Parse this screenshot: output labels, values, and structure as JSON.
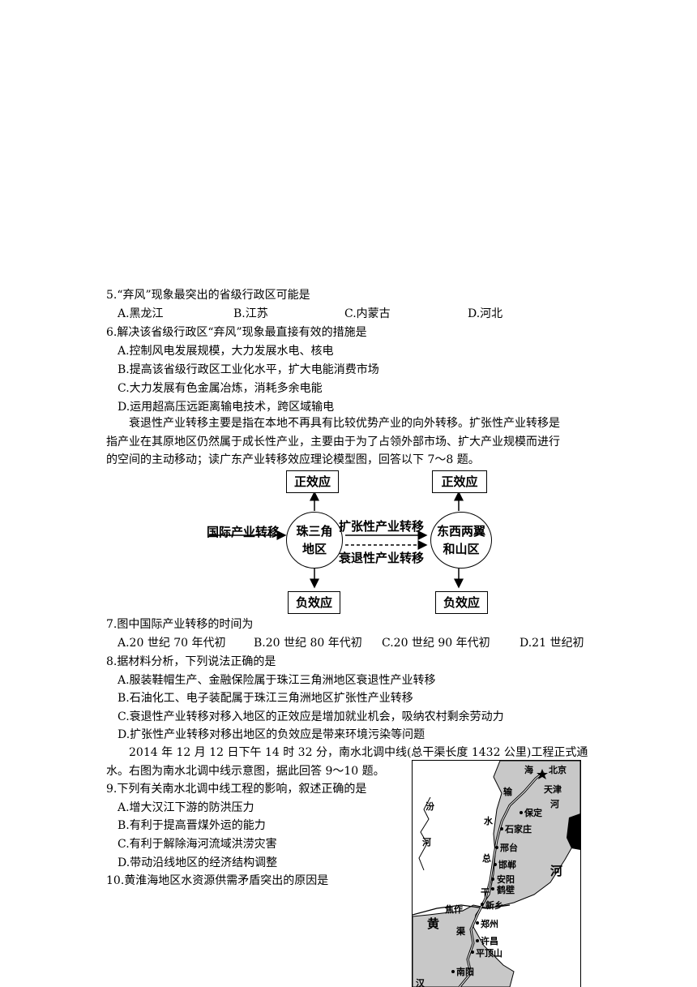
{
  "q5": {
    "stem": "5.“弃风”现象最突出的省级行政区可能是",
    "options": [
      "A.黑龙江",
      "B.江苏",
      "C.内蒙古",
      "D.河北"
    ]
  },
  "q6": {
    "stem": "6.解决该省级行政区“弃风”现象最直接有效的措施是",
    "options": [
      "A.控制风电发展规模，大力发展水电、核电",
      "B.提高该省级行政区工业化水平，扩大电能消费市场",
      "C.大力发展有色金属冶炼，消耗多余电能",
      "D.运用超高压远距离输电技术，跨区域输电"
    ]
  },
  "passage1": {
    "line1": "衰退性产业转移主要是指在本地不再具有比较优势产业的向外转移。扩张性产业转移是",
    "line2": "指产业在其原地区仍然属于成长性产业，主要由于为了占领外部市场、扩大产业规模而进行",
    "line3": "的空间的主动移动；读广东产业转移效应理论模型图，回答以下 7～8 题。"
  },
  "diagram": {
    "positive_left": "正效应",
    "positive_right": "正效应",
    "negative_left": "负效应",
    "negative_right": "负效应",
    "international": "国际产业转移",
    "prd_line1": "珠三角",
    "prd_line2": "地区",
    "target_line1": "东西两翼",
    "target_line2": "和山区",
    "expansion": "扩张性产业转移",
    "decline": "衰退性产业转移"
  },
  "q7": {
    "stem": "7.图中国际产业转移的时间为",
    "options": [
      "A.20 世纪 70 年代初",
      "B.20 世纪 80 年代初",
      "C.20 世纪 90 年代初",
      "D.21 世纪初"
    ]
  },
  "q8": {
    "stem": "8.据材料分析，下列说法正确的是",
    "options": [
      "A.服装鞋帽生产、金融保险属于珠江三角洲地区衰退性产业转移",
      "B.石油化工、电子装配属于珠江三角洲地区扩张性产业转移",
      "C.衰退性产业转移对移入地区的正效应是增加就业机会，吸纳农村剩余劳动力",
      "D.扩张性产业转移对移出地区的负效应是带来环境污染等问题"
    ]
  },
  "passage2": {
    "line1": "2014 年 12 月 12 日下午 14 时 32 分，南水北调中线(总干渠长度 1432 公里)工程正式通",
    "line2": "水。右图为南水北调中线示意图，据此回答 9～10 题。"
  },
  "q9": {
    "stem": "9.下列有关南水北调中线工程的影响，叙述正确的是",
    "options": [
      "A.增大汉江下游的防洪压力",
      "B.有利于提高晋煤外运的能力",
      "C.有利于解除海河流域洪涝灾害",
      "D.带动沿线地区的经济结构调整"
    ]
  },
  "q10": {
    "stem": "10.黄淮海地区水资源供需矛盾突出的原因是"
  },
  "map": {
    "beijing": "北京",
    "hai": "海",
    "tianjin": "天津",
    "he_right": "河",
    "baoding": "保定",
    "shijiazhuang": "石家庄",
    "xingtai": "邢台",
    "handan": "邯郸",
    "anyang": "安阳",
    "hebi": "鹤壁",
    "xinxiang": "新乡",
    "jiaozuo": "焦作",
    "zhengzhou": "郑州",
    "xuchang": "许昌",
    "pingdingshan": "平顶山",
    "nanyang": "南阳",
    "fen": "汾",
    "he_left": "河",
    "canal_chars": [
      "输",
      "水",
      "总",
      "干",
      "渠"
    ],
    "huang": "黄",
    "he_big": "河",
    "han": "汉"
  },
  "colors": {
    "map_land": "#c8c8c8",
    "sea": "#000000"
  }
}
